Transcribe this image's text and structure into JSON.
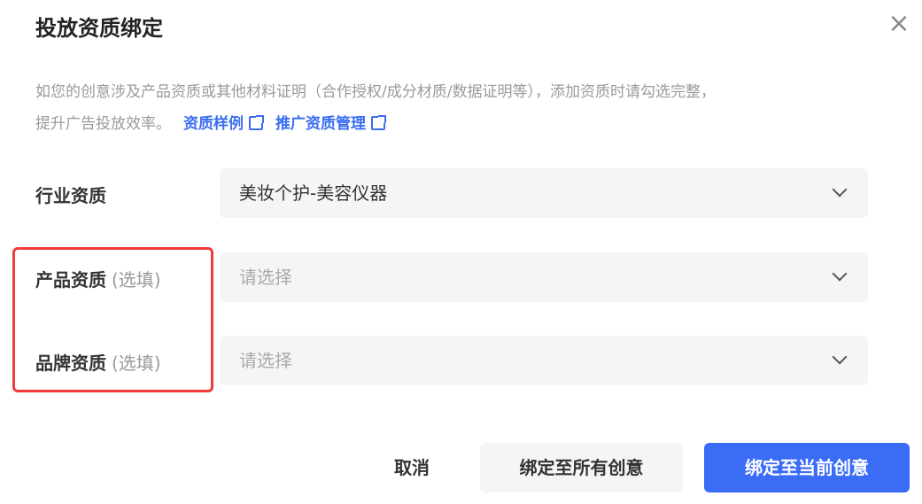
{
  "dialog": {
    "title": "投放资质绑定",
    "close_icon": "close-icon"
  },
  "description": {
    "text_line1": "如您的创意涉及产品资质或其他材料证明（合作授权/成分材质/数据证明等），添加资质时请勾选完整，",
    "text_line2": "提升广告投放效率。",
    "link1": "资质样例",
    "link2": "推广资质管理"
  },
  "fields": [
    {
      "label": "行业资质",
      "optional": "",
      "value": "美妆个护-美容仪器"
    },
    {
      "label": "产品资质",
      "optional": "(选填)",
      "value": "请选择"
    },
    {
      "label": "品牌资质",
      "optional": "(选填)",
      "value": "请选择"
    }
  ],
  "footer": {
    "cancel": "取消",
    "bind_all": "绑定至所有创意",
    "bind_current": "绑定至当前创意"
  },
  "colors": {
    "primary": "#3b6cf6",
    "highlight": "#f03a3a"
  }
}
